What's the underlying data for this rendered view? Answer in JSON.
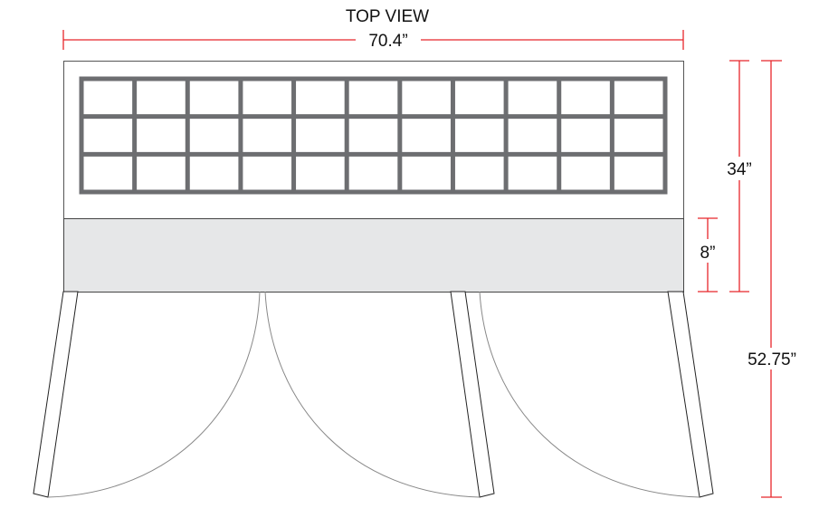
{
  "title": "TOP VIEW",
  "dimensions": {
    "width": "70.4”",
    "depth_body": "34”",
    "depth_band": "8”",
    "depth_doors_open": "52.75”"
  },
  "grid": {
    "columns": 11,
    "rows": 3
  },
  "doors": 3,
  "colors": {
    "dimension": "#e8262b",
    "grid": "#6d6e71",
    "band": "#e6e7e8"
  }
}
